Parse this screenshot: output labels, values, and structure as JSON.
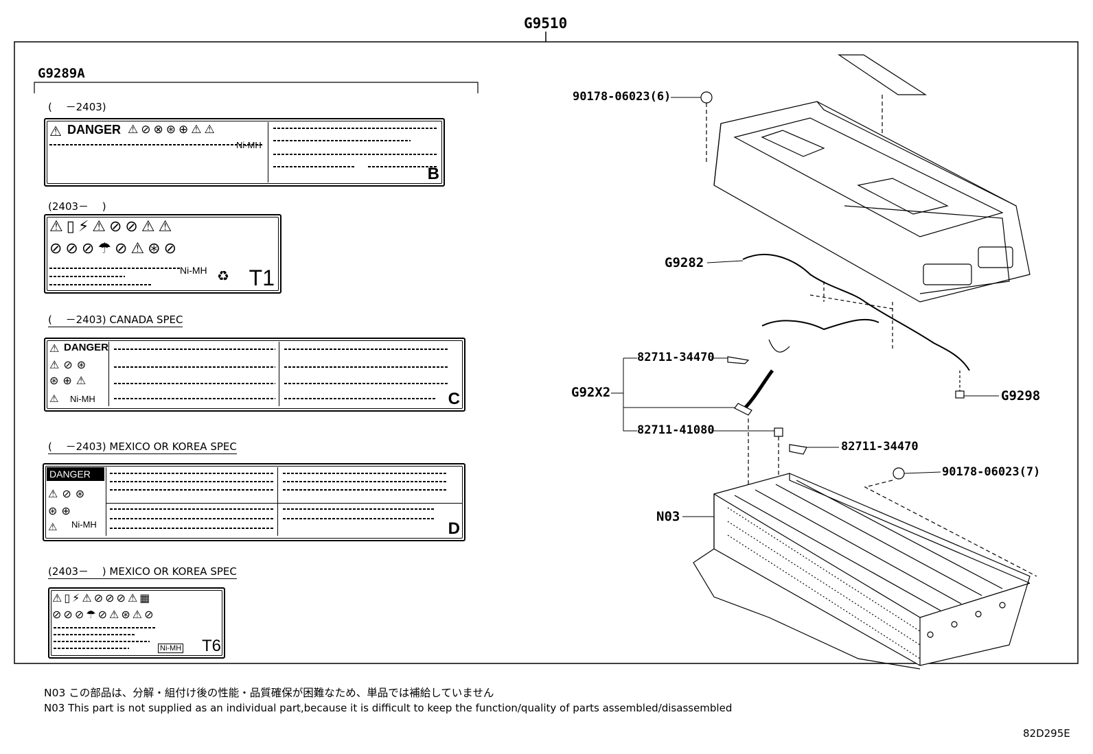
{
  "title_code": "G9510",
  "group_label_code": "G9289A",
  "labels": [
    {
      "caption": "(　 －2403)",
      "danger": "DANGER",
      "chem": "Ni-MH",
      "letter": "B"
    },
    {
      "caption": "(2403－　 )",
      "chem": "Ni-MH",
      "letter": "T1"
    },
    {
      "caption": "(　 －2403) CANADA SPEC",
      "danger": "DANGER",
      "chem": "Ni-MH",
      "letter": "C"
    },
    {
      "caption": "(　 －2403) MEXICO OR KOREA SPEC",
      "danger": "DANGER",
      "chem": "Ni-MH",
      "letter": "D"
    },
    {
      "caption": "(2403－　 ) MEXICO OR KOREA SPEC",
      "chem": "Ni-MH",
      "letter": "T6"
    }
  ],
  "callouts": {
    "nut_top": "90178-06023(6)",
    "g9282": "G9282",
    "g92x2": "G92X2",
    "part_82711_34470_a": "82711-34470",
    "part_82711_41080": "82711-41080",
    "part_82711_34470_b": "82711-34470",
    "g9298": "G9298",
    "nut_bottom": "90178-06023(7)",
    "n03": "N03"
  },
  "notes": {
    "jp": "N03 この部品は、分解・組付け後の性能・品質確保が困難なため、単品では補給していません",
    "en": "N03 This part is not supplied as an  individual part,because it is difficult to keep the function/quality of parts assembled/disassembled"
  },
  "illustration_code": "82D295E"
}
